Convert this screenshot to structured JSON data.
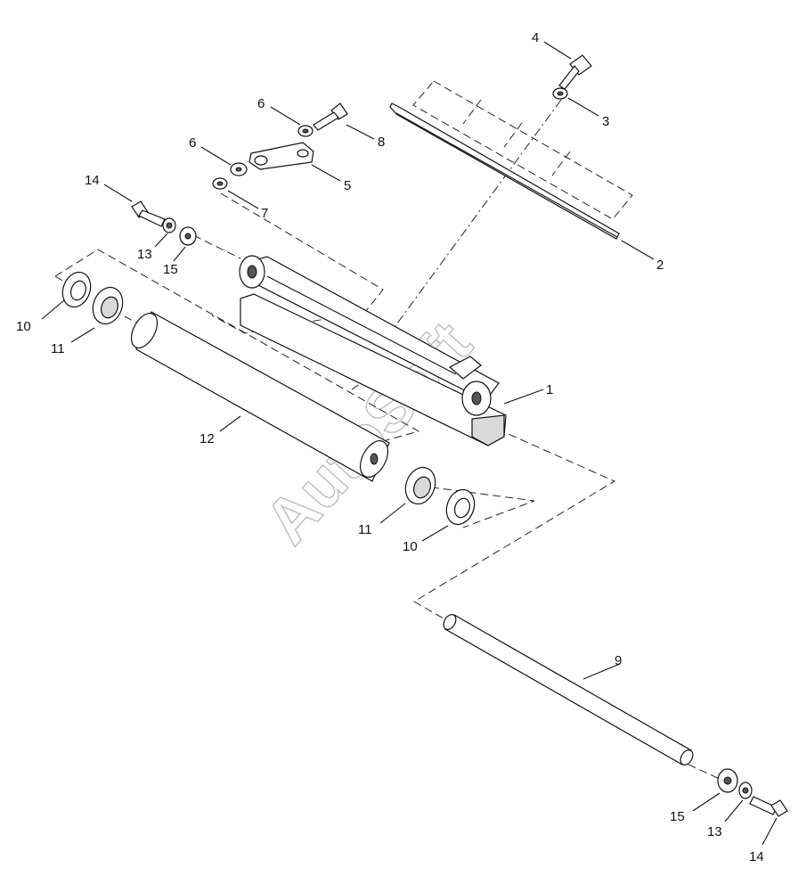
{
  "callouts": {
    "c1": "1",
    "c2": "2",
    "c3": "3",
    "c4": "4",
    "c5": "5",
    "c6a": "6",
    "c6b": "6",
    "c7": "7",
    "c8": "8",
    "c9": "9",
    "c10a": "10",
    "c10b": "10",
    "c11a": "11",
    "c11b": "11",
    "c12": "12",
    "c13a": "13",
    "c13b": "13",
    "c14a": "14",
    "c14b": "14",
    "c15a": "15",
    "c15b": "15"
  },
  "watermark": "AutoSoft"
}
